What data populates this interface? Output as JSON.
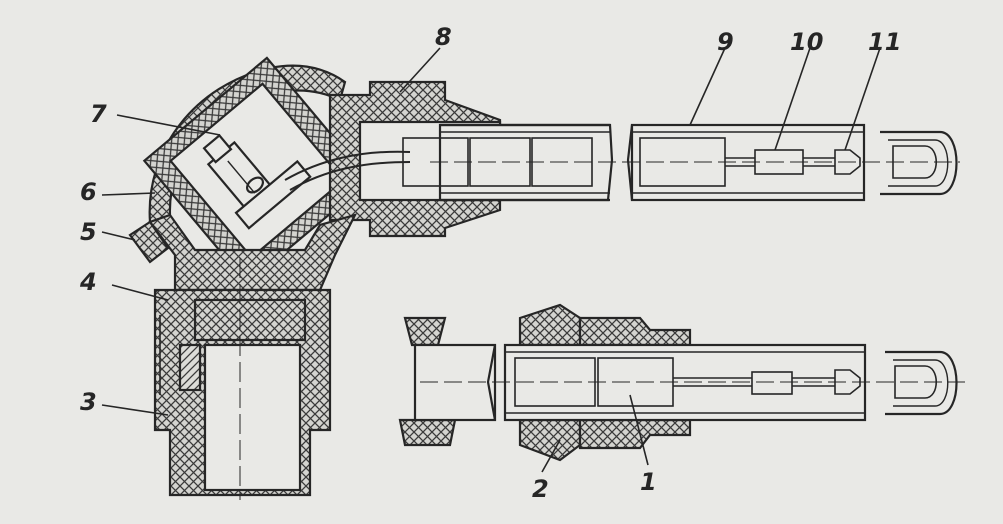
{
  "figure": {
    "labels": [
      "1",
      "2",
      "3",
      "4",
      "5",
      "6",
      "7",
      "8",
      "9",
      "10",
      "11"
    ],
    "colors": {
      "background": "#e9e9e6",
      "ink": "#262626",
      "hatch": "#3a3a3a",
      "fill": "#d4d4d0"
    }
  }
}
